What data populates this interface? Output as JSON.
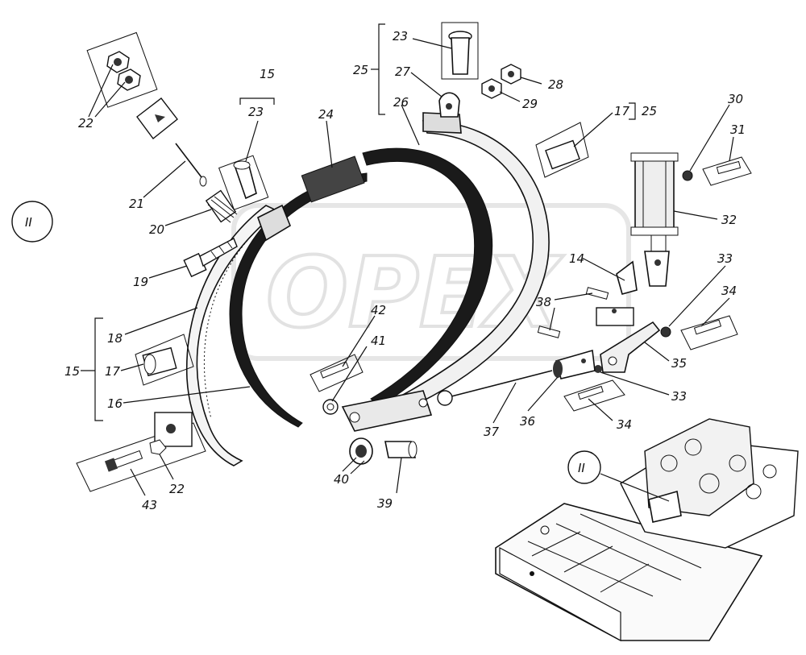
{
  "watermark": {
    "text": "OPEX"
  },
  "view_marker": "II",
  "callouts": {
    "c15a": "15",
    "c15b": "15",
    "c16": "16",
    "c17a": "17",
    "c17b": "17",
    "c18": "18",
    "c19": "19",
    "c20": "20",
    "c21": "21",
    "c22a": "22",
    "c22b": "22",
    "c23a": "23",
    "c23b": "23",
    "c24": "24",
    "c25a": "25",
    "c25b": "25",
    "c26": "26",
    "c27": "27",
    "c28": "28",
    "c29": "29",
    "c30": "30",
    "c31": "31",
    "c32": "32",
    "c33a": "33",
    "c33b": "33",
    "c34a": "34",
    "c34b": "34",
    "c35": "35",
    "c36": "36",
    "c37": "37",
    "c38": "38",
    "c39": "39",
    "c40": "40",
    "c41": "41",
    "c42": "42",
    "c43": "43",
    "c14": "14"
  }
}
